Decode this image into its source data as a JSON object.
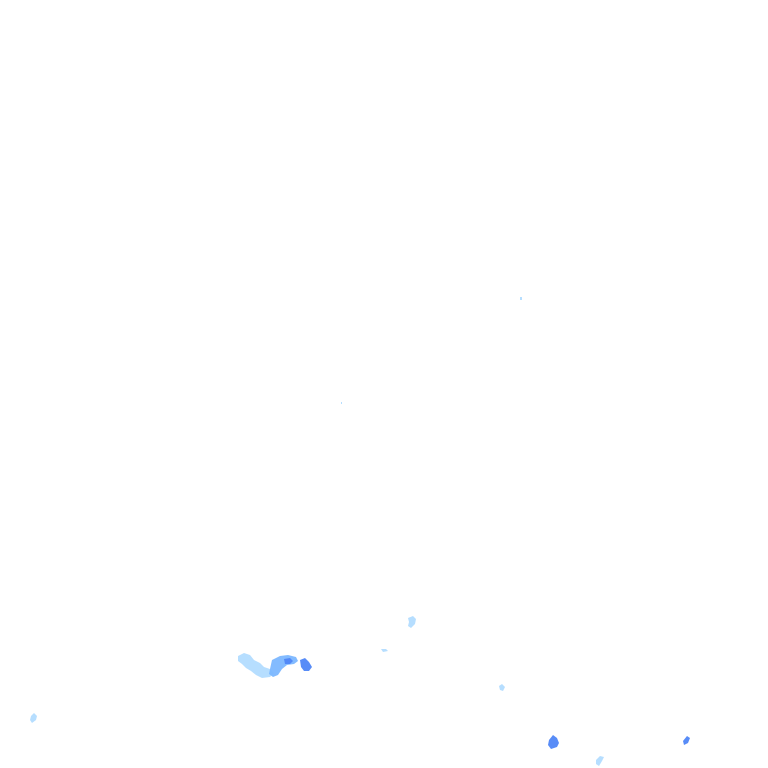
{
  "map": {
    "kind": "rain-radar-overlay",
    "background_color": "#ffffff",
    "intensity_colors": {
      "light": "#a9d8ff",
      "moderate": "#7cb7ff",
      "heavy": "#4f86f7"
    },
    "cells": [
      {
        "id": "speck-north",
        "intensity": "light"
      },
      {
        "id": "speck-mid",
        "intensity": "light"
      },
      {
        "id": "cell-west-cluster",
        "intensity": "light"
      },
      {
        "id": "cell-west-cluster-core",
        "intensity": "moderate"
      },
      {
        "id": "cell-west-cluster-heavy",
        "intensity": "heavy"
      },
      {
        "id": "cell-east-of-cluster",
        "intensity": "heavy"
      },
      {
        "id": "cell-small-north-center",
        "intensity": "light"
      },
      {
        "id": "cell-speck-center",
        "intensity": "light"
      },
      {
        "id": "cell-center-south",
        "intensity": "light"
      },
      {
        "id": "cell-far-west",
        "intensity": "light"
      },
      {
        "id": "cell-south-center",
        "intensity": "heavy"
      },
      {
        "id": "cell-south-small",
        "intensity": "light"
      },
      {
        "id": "cell-southeast",
        "intensity": "heavy"
      }
    ]
  }
}
